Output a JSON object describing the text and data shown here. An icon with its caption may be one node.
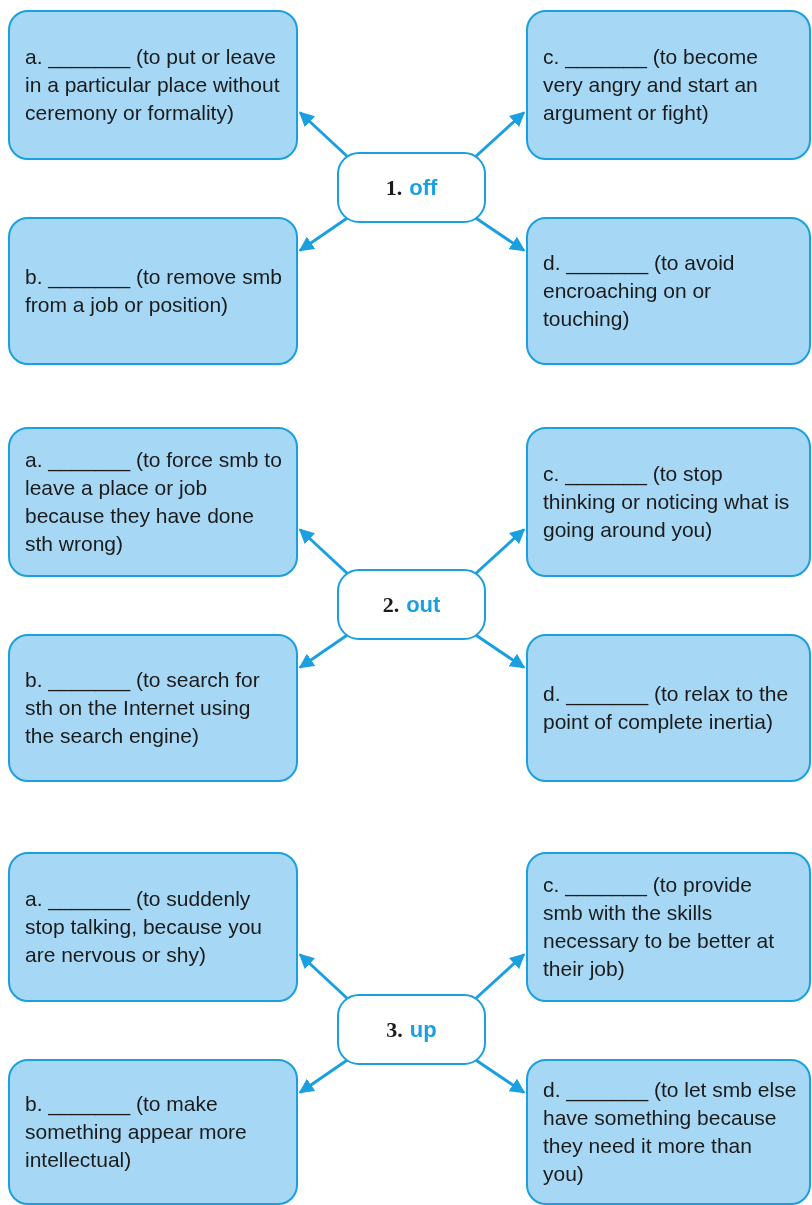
{
  "diagram": {
    "nodes": [
      {
        "text": [
          "a. _______ (to put or leave in a particular place without ceremony or formality)"
        ]
      },
      {
        "text": [
          "c. _______ (to become very angry and start an argument or fight)"
        ]
      },
      {
        "text": [
          "1.",
          "off"
        ]
      },
      {
        "text": [
          "b. _______ (to remove smb from a job or position)"
        ]
      },
      {
        "text": [
          "d. _______ (to avoid encroaching on or touching)"
        ]
      },
      {
        "text": [
          "a. _______ (to force smb to leave a place or job because they have done sth wrong)"
        ]
      },
      {
        "text": [
          "c. _______ (to stop thinking or noticing what is going around you)"
        ]
      },
      {
        "text": [
          "2.",
          "out"
        ]
      },
      {
        "text": [
          "b. _______ (to search for sth on the Internet using the search engine)"
        ]
      },
      {
        "text": [
          "d. _______ (to relax to the point of complete inertia)"
        ]
      },
      {
        "text": [
          "a. _______ (to suddenly stop talking, because you are nervous or shy)"
        ]
      },
      {
        "text": [
          "c. _______ (to provide smb with the skills necessary to be better at their job)"
        ]
      },
      {
        "text": [
          "3.",
          "up"
        ]
      },
      {
        "text": [
          "b. _______ (to make something appear more intellectual)"
        ]
      },
      {
        "text": [
          "d. _______ (to let smb else have something because they need it more than you)"
        ]
      }
    ],
    "edges": [
      {
        "from": 2,
        "to": 0,
        "arrow": "to"
      },
      {
        "from": 2,
        "to": 1,
        "arrow": "to"
      },
      {
        "from": 2,
        "to": 3,
        "arrow": "to"
      },
      {
        "from": 2,
        "to": 4,
        "arrow": "to"
      },
      {
        "from": 7,
        "to": 5,
        "arrow": "to"
      },
      {
        "from": 7,
        "to": 6,
        "arrow": "to"
      },
      {
        "from": 7,
        "to": 8,
        "arrow": "to"
      },
      {
        "from": 7,
        "to": 9,
        "arrow": "to"
      },
      {
        "from": 12,
        "to": 10,
        "arrow": "to"
      },
      {
        "from": 12,
        "to": 11,
        "arrow": "to"
      },
      {
        "from": 12,
        "to": 13,
        "arrow": "to"
      },
      {
        "from": 12,
        "to": 14,
        "arrow": "to"
      }
    ]
  }
}
